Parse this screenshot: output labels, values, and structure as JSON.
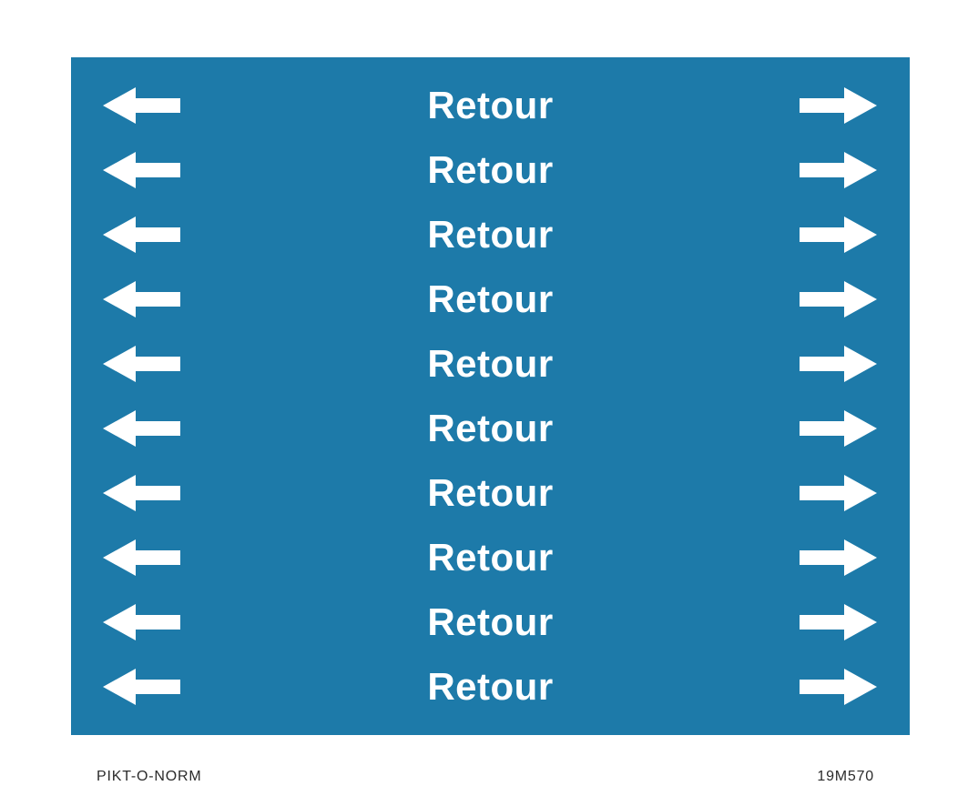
{
  "panel": {
    "background_color": "#1d7aa9",
    "text_color": "#ffffff",
    "arrow_color": "#ffffff",
    "rows": [
      "Retour",
      "Retour",
      "Retour",
      "Retour",
      "Retour",
      "Retour",
      "Retour",
      "Retour",
      "Retour",
      "Retour"
    ]
  },
  "footer": {
    "brand": "PIKT-O-NORM",
    "code": "19M570",
    "text_color": "#2b2b2b"
  }
}
